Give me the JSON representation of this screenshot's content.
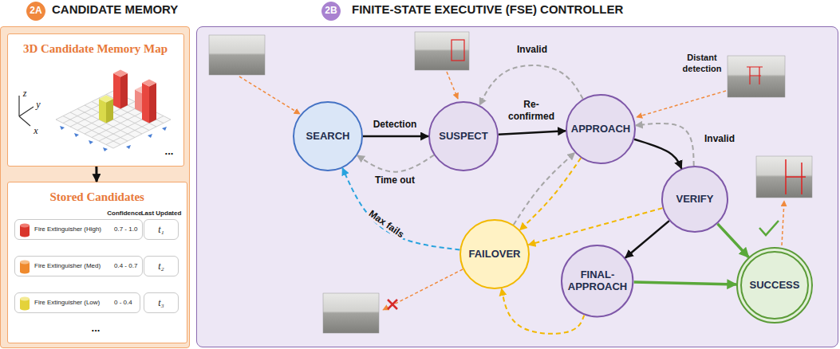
{
  "diagram": {
    "nodes": [
      {
        "text": [
          "2A"
        ]
      },
      {
        "text": [
          "CANDIDATE MEMORY"
        ]
      },
      {
        "text": [
          "3D Candidate Memory Map"
        ],
        "in": 1
      },
      {
        "text": [
          "Stored Candidates",
          "Confidence",
          "Last Updated"
        ],
        "in": 1
      },
      {
        "text": [
          "Fire Extinguisher (High)",
          "0.7 - 1.0"
        ],
        "in": 3
      },
      {
        "text": [
          "t₁"
        ],
        "in": 3
      },
      {
        "text": [
          "Fire Extinguisher (Med)",
          "0.4 - 0.7"
        ],
        "in": 3
      },
      {
        "text": [
          "t₂"
        ],
        "in": 3
      },
      {
        "text": [
          "Fire Extinguisher (Low)",
          "0 - 0.4"
        ],
        "in": 3
      },
      {
        "text": [
          "t₃"
        ],
        "in": 3
      },
      {
        "text": [
          "2B"
        ]
      },
      {
        "text": [
          "FINITE-STATE EXECUTIVE (FSE) CONTROLLER"
        ]
      },
      {
        "text": [
          "SEARCH"
        ],
        "in": 11
      },
      {
        "text": [
          "SUSPECT"
        ],
        "in": 11
      },
      {
        "text": [
          "APPROACH"
        ],
        "in": 11
      },
      {
        "text": [
          "VERIFY"
        ],
        "in": 11
      },
      {
        "text": [
          "FAILOVER"
        ],
        "in": 11
      },
      {
        "text": [
          "FINAL-APPROACH"
        ],
        "in": 11
      },
      {
        "text": [
          "SUCCESS"
        ],
        "in": 11
      }
    ],
    "edges": [
      {
        "from": 2,
        "to": 3,
        "arrow": "to"
      },
      {
        "from": 12,
        "to": 13,
        "arrow": "to",
        "label": "Detection"
      },
      {
        "from": 13,
        "to": 12,
        "arrow": "to",
        "label": "Time out"
      },
      {
        "from": 14,
        "to": 13,
        "arrow": "to",
        "label": "Invalid"
      },
      {
        "from": 13,
        "to": 14,
        "arrow": "to",
        "label": "Re-confirmed"
      },
      {
        "from": 14,
        "to": 15,
        "arrow": "to"
      },
      {
        "from": 15,
        "to": 14,
        "arrow": "to",
        "label": "Invalid"
      },
      {
        "from": 15,
        "to": 18,
        "arrow": "to"
      },
      {
        "from": 15,
        "to": 17,
        "arrow": "to"
      },
      {
        "from": 17,
        "to": 18,
        "arrow": "to"
      },
      {
        "from": 14,
        "to": 16,
        "arrow": "to"
      },
      {
        "from": 15,
        "to": 16,
        "arrow": "to"
      },
      {
        "from": 17,
        "to": 16,
        "arrow": "to"
      },
      {
        "from": 16,
        "to": 14,
        "arrow": "to"
      },
      {
        "from": 16,
        "to": 12,
        "arrow": "to",
        "label": "Max fails"
      }
    ],
    "labels": [
      "z",
      "y",
      "x",
      "...",
      "...",
      "Distant detection"
    ]
  }
}
